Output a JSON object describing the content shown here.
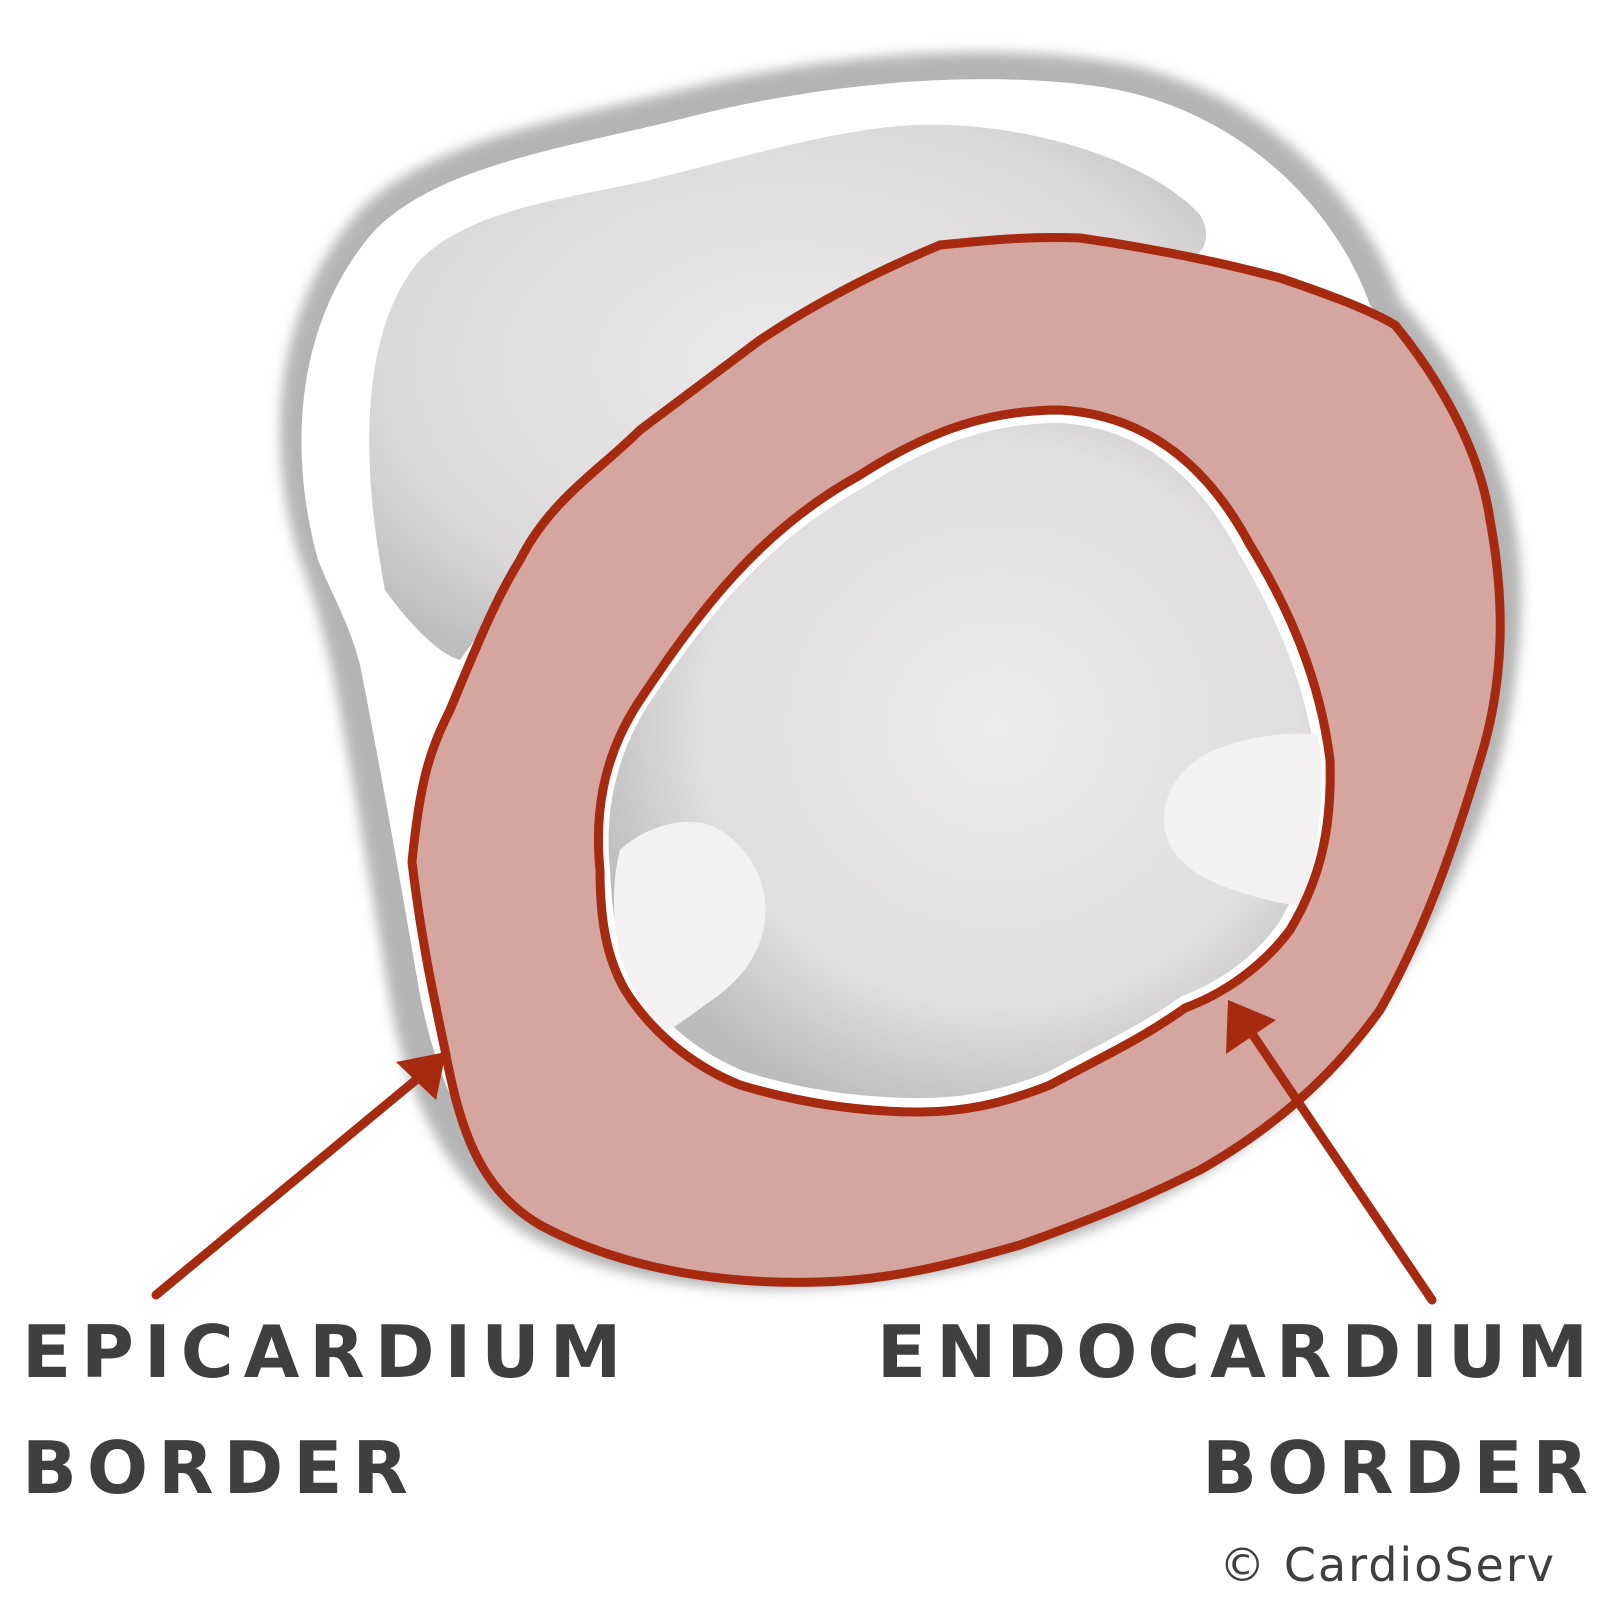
{
  "labels": {
    "epicardium": {
      "line1": "EPICARDIUM",
      "line2": "BORDER"
    },
    "endocardium": {
      "line1": "ENDOCARDIUM",
      "line2": "BORDER"
    }
  },
  "copyright": "© CardioServ",
  "colors": {
    "border_line": "#a52a10",
    "myocardium_fill": "#d5a6a0",
    "cavity_fill": "#ebe8e9",
    "outline_shadow": "#9c9c9c",
    "label_text": "#3f3f3f"
  }
}
